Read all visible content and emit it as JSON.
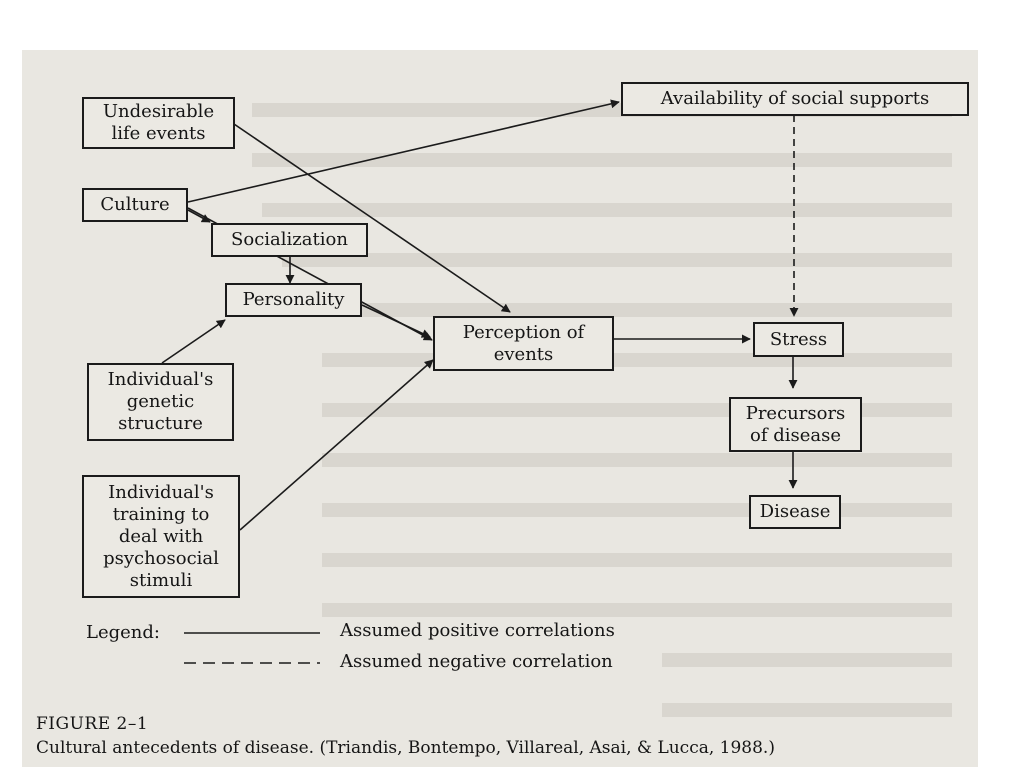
{
  "figure": {
    "nodes": {
      "undesirable": "Undesirable\nlife events",
      "culture": "Culture",
      "socialization": "Socialization",
      "personality": "Personality",
      "genetic": "Individual's\ngenetic\nstructure",
      "training": "Individual's\ntraining to\ndeal with\npsychosocial\nstimuli",
      "social_supports": "Availability of social supports",
      "perception": "Perception of\nevents",
      "stress": "Stress",
      "precursors": "Precursors\nof disease",
      "disease": "Disease"
    },
    "legend": {
      "label": "Legend:",
      "positive": "Assumed positive correlations",
      "negative": "Assumed negative correlation"
    },
    "figure_number": "FIGURE 2–1",
    "caption_title": "Cultural antecedents of disease.",
    "caption_source": "(Triandis, Bontempo, Villareal, Asai, & Lucca, 1988.)"
  },
  "colors": {
    "paper": "#e9e7e1",
    "ink": "#1b1b1b"
  }
}
